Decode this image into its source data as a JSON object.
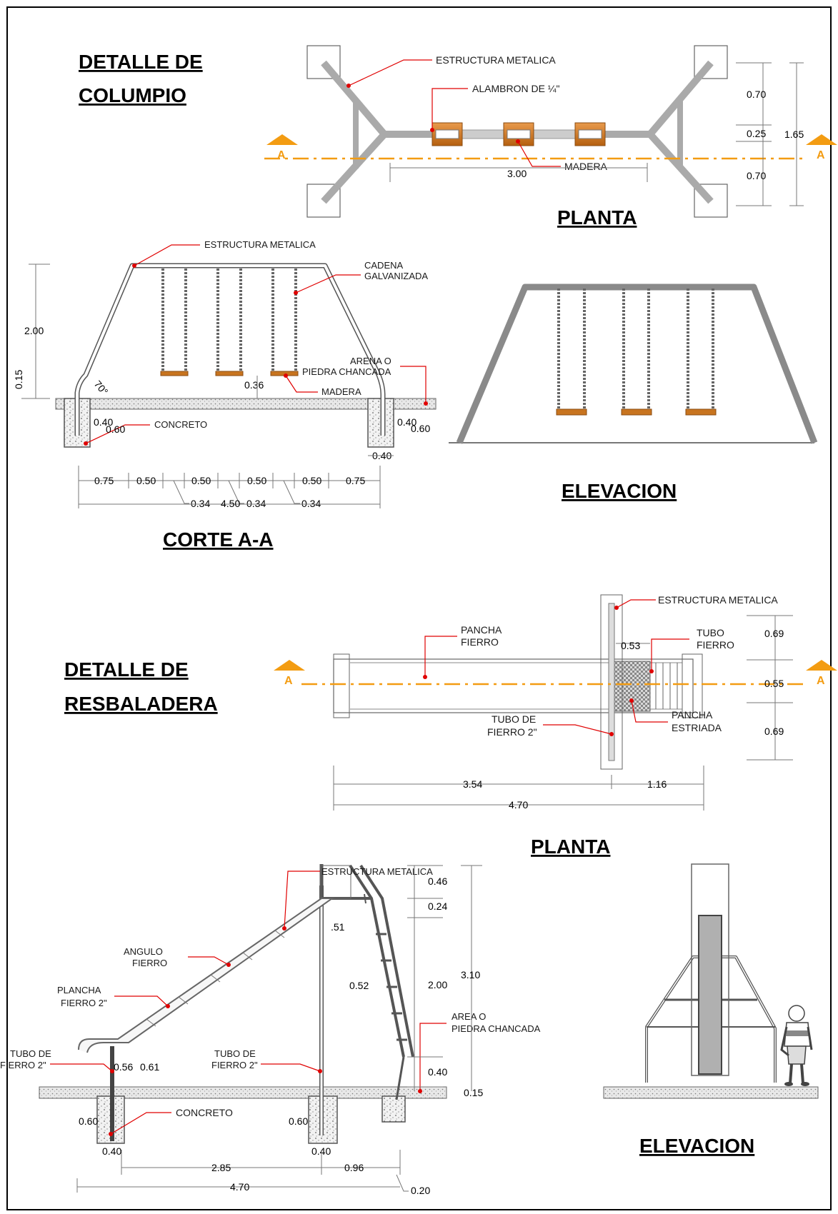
{
  "sections": {
    "columpio_title": [
      "DETALLE DE",
      "COLUMPIO"
    ],
    "resbaladera_title": [
      "DETALLE DE",
      "RESBALADERA"
    ]
  },
  "section_marker": "A",
  "swing_plan": {
    "title": "PLANTA",
    "labels": {
      "estructura": "ESTRUCTURA METALICA",
      "alambron": "ALAMBRON DE ¼\"",
      "madera": "MADERA"
    },
    "dims": {
      "length": "3.00",
      "top": "0.70",
      "middle": "0.25",
      "bottom": "0.70",
      "total": "1.65"
    }
  },
  "swing_section": {
    "title": "CORTE A-A",
    "labels": {
      "estructura": "ESTRUCTURA METALICA",
      "cadena": [
        "CADENA",
        "GALVANIZADA"
      ],
      "arena": [
        "ARENA O",
        "PIEDRA CHANCADA"
      ],
      "madera": "MADERA",
      "concreto": "CONCRETO"
    },
    "dims": {
      "height": "2.00",
      "base": "0.15",
      "angle": "70°",
      "seat_height": "0.36",
      "footing_depth_left": "0.40",
      "footing_total_left": "0.60",
      "footing_depth_right": "0.40",
      "footing_total_right": "0.60",
      "footing_width": "0.40",
      "spacing": [
        "0.75",
        "0.50",
        "0.50",
        "0.50",
        "0.50",
        "0.75"
      ],
      "seat_widths": [
        "0.34",
        "0.34",
        "0.34"
      ],
      "total": "4.50"
    }
  },
  "swing_elevation": {
    "title": "ELEVACION"
  },
  "slide_plan": {
    "title": "PLANTA",
    "labels": {
      "estructura": "ESTRUCTURA METALICA",
      "pancha_fierro": [
        "PANCHA",
        "FIERRO"
      ],
      "tubo_fierro": [
        "TUBO",
        "FIERRO"
      ],
      "tubo_2": [
        "TUBO DE",
        "FIERRO 2\""
      ],
      "pancha_estriada": [
        "PANCHA",
        "ESTRIADA"
      ]
    },
    "dims": {
      "platform": "0.53",
      "top": "0.69",
      "middle": "0.55",
      "bottom": "0.69",
      "a": "3.54",
      "b": "1.16",
      "total": "4.70"
    }
  },
  "slide_section": {
    "labels": {
      "estructura": "ESTRUCTURA METALICA",
      "angulo": [
        "ANGULO",
        "FIERRO"
      ],
      "plancha": [
        "PLANCHA",
        "FIERRO 2\""
      ],
      "tubo_left": [
        "TUBO DE",
        "FIERRO 2\""
      ],
      "tubo_mid": [
        "TUBO DE",
        "FIERRO 2\""
      ],
      "area": [
        "AREA O",
        "PIEDRA CHANCADA"
      ],
      "concreto": "CONCRETO"
    },
    "dims": {
      "d046": "0.46",
      "d024": "0.24",
      "d051": ".51",
      "d052": "0.52",
      "d200": "2.00",
      "d310": "3.10",
      "d040": "0.40",
      "d015": "0.15",
      "d056": "0.56",
      "d061": "0.61",
      "d060a": "0.60",
      "d040a": "0.40",
      "d060b": "0.60",
      "d040b": "0.40",
      "d285": "2.85",
      "d096": "0.96",
      "d470": "4.70",
      "d020": "0.20"
    }
  },
  "slide_elevation": {
    "title": "ELEVACION"
  },
  "colors": {
    "axis": "#f39c12",
    "leader": "#e00000",
    "wood": "#c8741f",
    "steel": "#8a8a8a"
  }
}
